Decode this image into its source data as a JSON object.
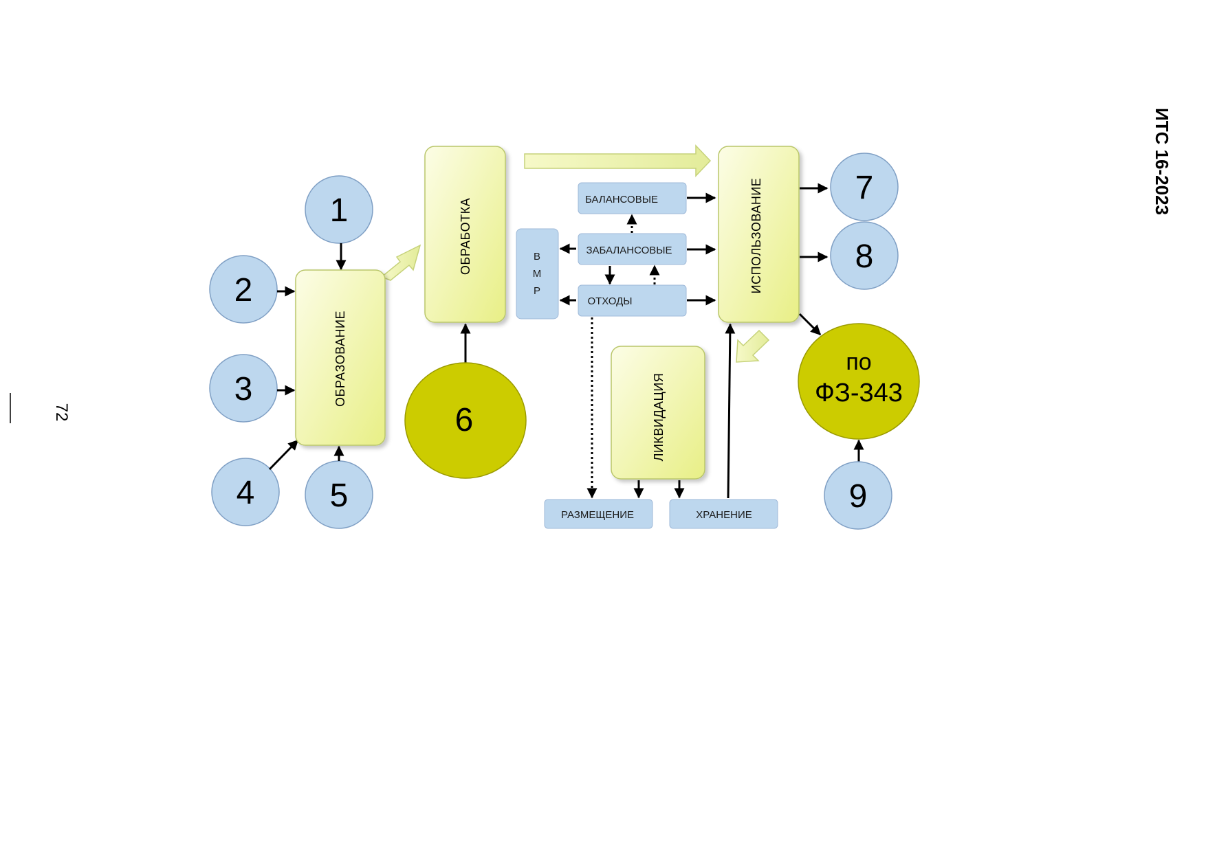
{
  "header": {
    "doc_code": "ИТС 16-2023",
    "page_number": "72"
  },
  "diagram": {
    "circles": {
      "c1": "1",
      "c2": "2",
      "c3": "3",
      "c4": "4",
      "c5": "5",
      "c6": "6",
      "c7": "7",
      "c8": "8",
      "c9": "9",
      "fz_line1": "по",
      "fz_line2": "ФЗ-343"
    },
    "boxes": {
      "formation": "ОБРАЗОВАНИЕ",
      "processing": "ОБРАБОТКА",
      "usage": "ИСПОЛЬЗОВАНИЕ",
      "liquidation": "ЛИКВИДАЦИЯ",
      "balance": "БАЛАНСОВЫЕ",
      "off_balance": "ЗАБАЛАНСОВЫЕ",
      "waste": "ОТХОДЫ",
      "vmr_1": "В",
      "vmr_2": "М",
      "vmr_3": "Р",
      "placement": "РАЗМЕЩЕНИЕ",
      "storage": "ХРАНЕНИЕ"
    },
    "colors": {
      "blue_fill": "#bdd7ee",
      "blue_stroke": "#7f9fc4",
      "yellow_grad_start": "#fbfde0",
      "yellow_grad_end": "#e9f08a",
      "yellow_stroke": "#b9c66a",
      "olive_fill": "#cccc00"
    }
  }
}
